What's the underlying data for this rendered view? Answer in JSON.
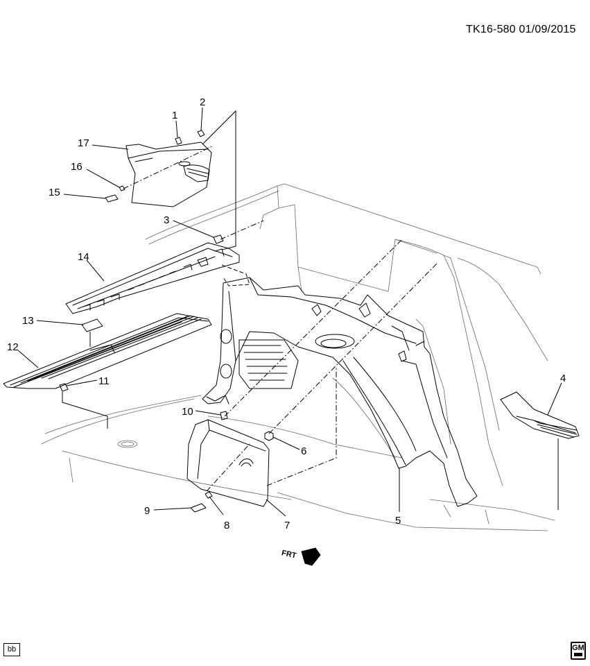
{
  "header": {
    "code": "TK16-580  01/09/2015"
  },
  "footer": {
    "tag": "bb",
    "logo": "GM"
  },
  "direction": {
    "label": "FRT"
  },
  "callouts": [
    {
      "id": "1",
      "label": "1"
    },
    {
      "id": "2",
      "label": "2"
    },
    {
      "id": "3",
      "label": "3"
    },
    {
      "id": "4",
      "label": "4"
    },
    {
      "id": "5",
      "label": "5"
    },
    {
      "id": "6",
      "label": "6"
    },
    {
      "id": "7",
      "label": "7"
    },
    {
      "id": "8",
      "label": "8"
    },
    {
      "id": "9",
      "label": "9"
    },
    {
      "id": "10",
      "label": "10"
    },
    {
      "id": "11",
      "label": "11"
    },
    {
      "id": "12",
      "label": "12"
    },
    {
      "id": "13",
      "label": "13"
    },
    {
      "id": "14",
      "label": "14"
    },
    {
      "id": "15",
      "label": "15"
    },
    {
      "id": "16",
      "label": "16"
    },
    {
      "id": "17",
      "label": "17"
    }
  ]
}
